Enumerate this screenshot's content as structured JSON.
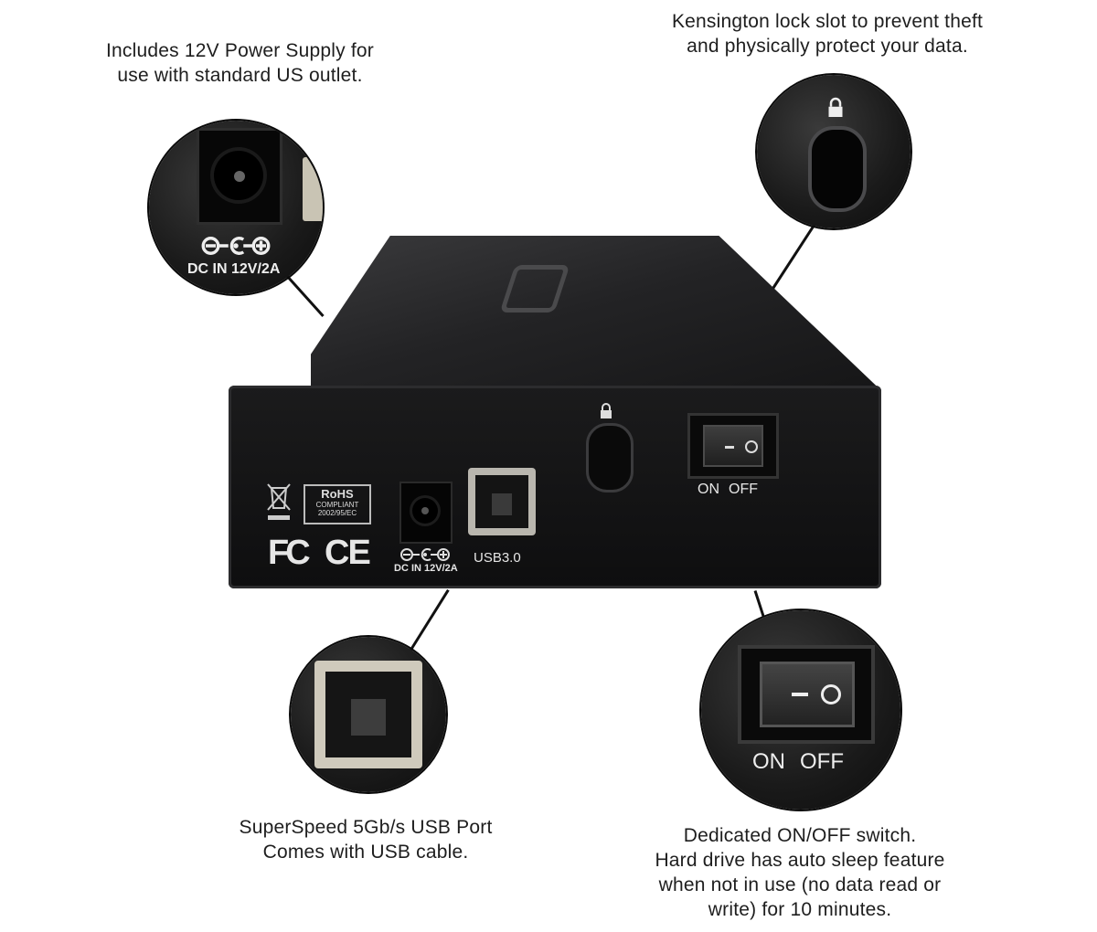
{
  "captions": {
    "power": [
      "Includes 12V Power Supply for",
      "use with standard US outlet."
    ],
    "lock": [
      "Kensington lock slot to prevent theft",
      "and physically protect your data."
    ],
    "usb": [
      "SuperSpeed 5Gb/s USB Port",
      "Comes with USB cable."
    ],
    "switch": [
      "Dedicated ON/OFF switch.",
      "Hard drive has auto sleep feature",
      "when not in use (no data read or",
      "write) for 10 minutes."
    ]
  },
  "drive_labels": {
    "rohs_title": "RoHS",
    "rohs_line1": "COMPLIANT",
    "rohs_line2": "2002/95/EC",
    "fc": "FC",
    "ce": "CE",
    "dc_in": "DC IN 12V/2A",
    "usb": "USB3.0",
    "on": "ON",
    "off": "OFF"
  },
  "zoom_labels": {
    "dc_in": "DC IN 12V/2A",
    "on": "ON",
    "off": "OFF"
  }
}
